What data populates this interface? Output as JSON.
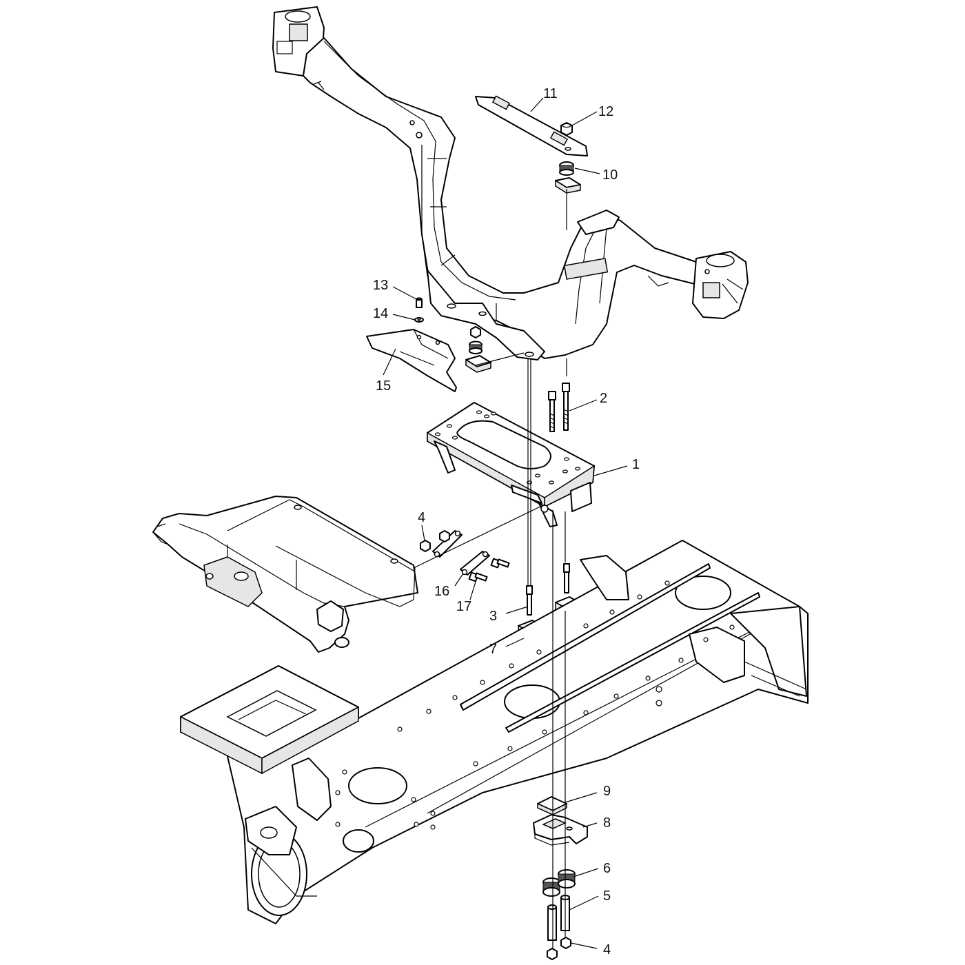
{
  "diagram": {
    "callouts": [
      {
        "id": "c1",
        "label": "1"
      },
      {
        "id": "c2",
        "label": "2"
      },
      {
        "id": "c3",
        "label": "3"
      },
      {
        "id": "c4a",
        "label": "4"
      },
      {
        "id": "c4b",
        "label": "4"
      },
      {
        "id": "c5",
        "label": "5"
      },
      {
        "id": "c6",
        "label": "6"
      },
      {
        "id": "c7",
        "label": "7"
      },
      {
        "id": "c8",
        "label": "8"
      },
      {
        "id": "c9",
        "label": "9"
      },
      {
        "id": "c10",
        "label": "10"
      },
      {
        "id": "c11",
        "label": "11"
      },
      {
        "id": "c12",
        "label": "12"
      },
      {
        "id": "c13",
        "label": "13"
      },
      {
        "id": "c14",
        "label": "14"
      },
      {
        "id": "c15",
        "label": "15"
      },
      {
        "id": "c16",
        "label": "16"
      },
      {
        "id": "c17",
        "label": "17"
      }
    ],
    "colors": {
      "line": "#000000",
      "background": "#ffffff",
      "shade": "#e6e6e6"
    }
  }
}
